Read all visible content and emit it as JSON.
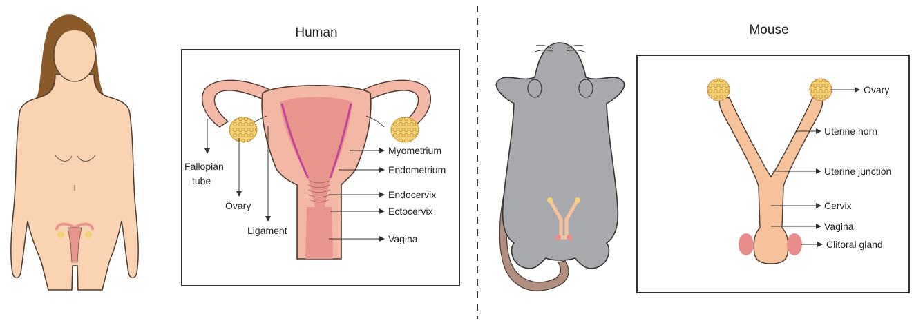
{
  "human": {
    "title": "Human",
    "labels": {
      "fallopian_1": "Fallopian",
      "fallopian_2": "tube",
      "ovary": "Ovary",
      "ligament": "Ligament",
      "myometrium": "Myometrium",
      "endometrium": "Endometrium",
      "endocervix": "Endocervix",
      "ectocervix": "Ectocervix",
      "vagina": "Vagina"
    }
  },
  "mouse": {
    "title": "Mouse",
    "labels": {
      "ovary": "Ovary",
      "uterine_horn": "Uterine horn",
      "uterine_junction": "Uterine junction",
      "cervix": "Cervix",
      "vagina": "Vagina",
      "clitoral_gland": "Clitoral gland"
    }
  },
  "colors": {
    "skin": "#f9d3b2",
    "skin_outline": "#4a3a30",
    "hair": "#8a5a2b",
    "uterus_pink": "#e8958e",
    "uterus_light": "#f3b7a5",
    "purple_line": "#c3449b",
    "ovary_yellow": "#f4d27a",
    "mouse_gray": "#a7a9ac",
    "mouse_tail": "#b08e80",
    "mouse_tract": "#f6c29b",
    "clitoral_gland": "#e98c8c"
  }
}
